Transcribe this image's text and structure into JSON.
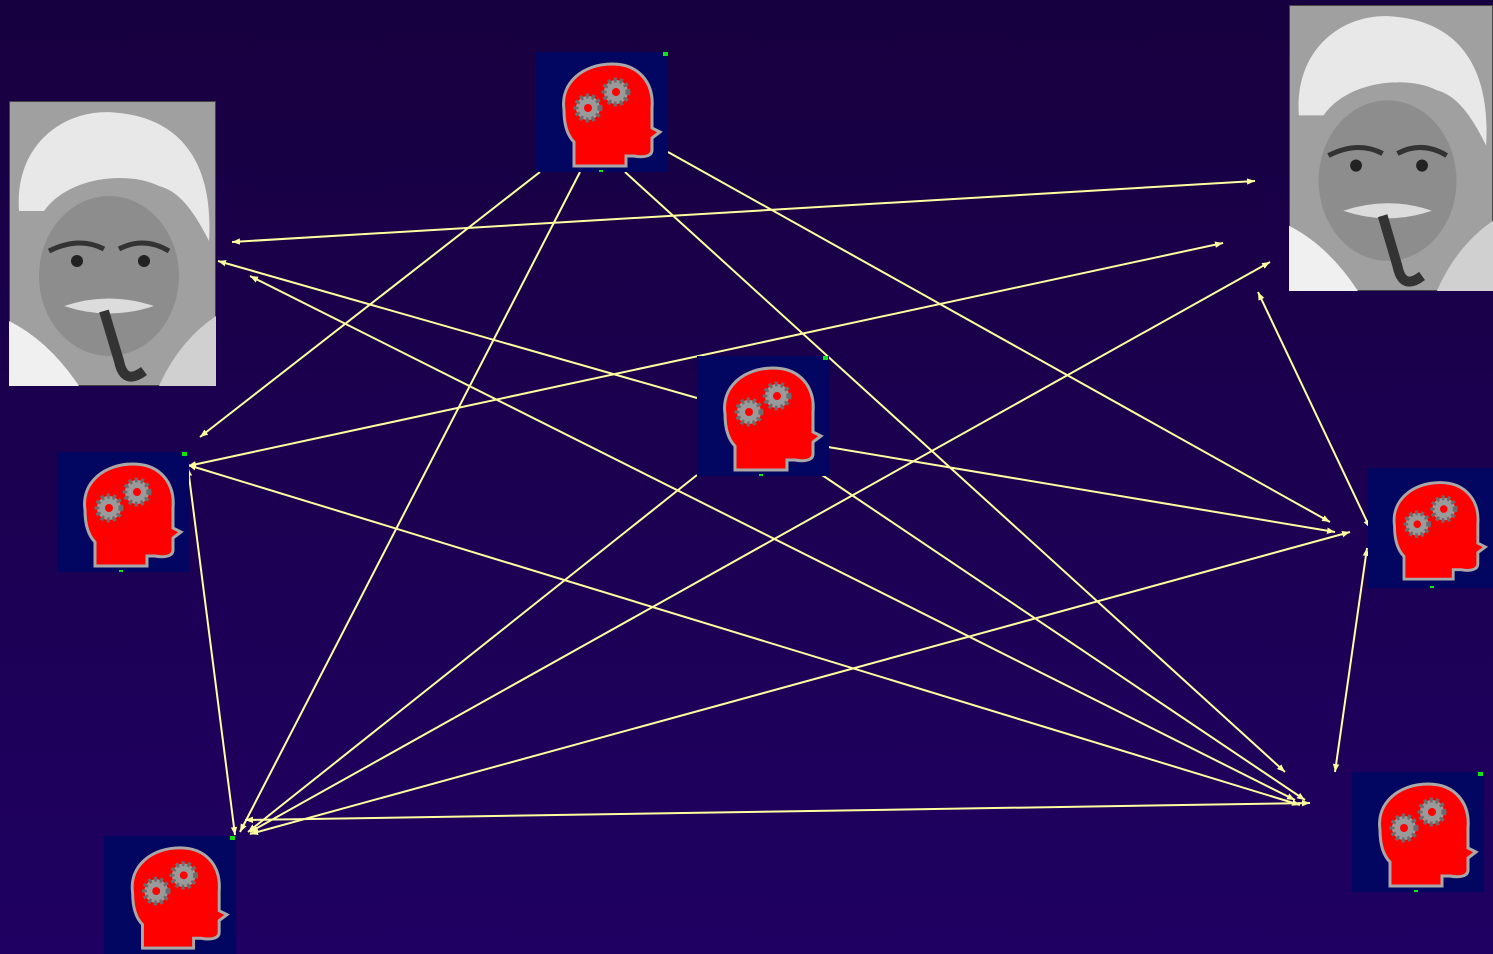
{
  "diagram": {
    "background_color": "#1a0050",
    "arrow_color": "#ffffa0",
    "node_types": {
      "photo": {
        "icon": "portrait-photo-icon"
      },
      "head": {
        "icon": "head-gears-icon",
        "head_color": "#ff0000",
        "gear_color": "#9a9a9a",
        "tile_color": "#020660"
      }
    },
    "nodes": [
      {
        "id": "photo-left",
        "type": "photo"
      },
      {
        "id": "photo-right",
        "type": "photo"
      },
      {
        "id": "head-top",
        "type": "head"
      },
      {
        "id": "head-center",
        "type": "head"
      },
      {
        "id": "head-left",
        "type": "head"
      },
      {
        "id": "head-bottom-left",
        "type": "head"
      },
      {
        "id": "head-right",
        "type": "head"
      },
      {
        "id": "head-bottom-right",
        "type": "head"
      }
    ],
    "edges": [
      {
        "from": "head-top",
        "to": "head-left"
      },
      {
        "from": "head-top",
        "to": "head-bottom-left"
      },
      {
        "from": "head-top",
        "to": "head-right"
      },
      {
        "from": "head-top",
        "to": "head-bottom-right"
      },
      {
        "from": "photo-left",
        "to": "photo-right",
        "both": true
      },
      {
        "from": "head-center",
        "to": "photo-left"
      },
      {
        "from": "head-center",
        "to": "head-bottom-left"
      },
      {
        "from": "head-center",
        "to": "head-right"
      },
      {
        "from": "head-center",
        "to": "head-bottom-right"
      },
      {
        "from": "head-left",
        "to": "photo-right",
        "both": true
      },
      {
        "from": "head-left",
        "to": "head-bottom-right",
        "both": true
      },
      {
        "from": "head-left",
        "to": "head-bottom-left",
        "both": true
      },
      {
        "from": "photo-left",
        "to": "head-bottom-right",
        "both": true
      },
      {
        "from": "head-bottom-left",
        "to": "photo-right",
        "both": true
      },
      {
        "from": "head-bottom-left",
        "to": "head-right",
        "both": true
      },
      {
        "from": "head-bottom-left",
        "to": "head-bottom-right",
        "both": true
      },
      {
        "from": "photo-right",
        "to": "head-right",
        "both": true
      },
      {
        "from": "head-right",
        "to": "head-bottom-right",
        "both": true
      }
    ]
  }
}
